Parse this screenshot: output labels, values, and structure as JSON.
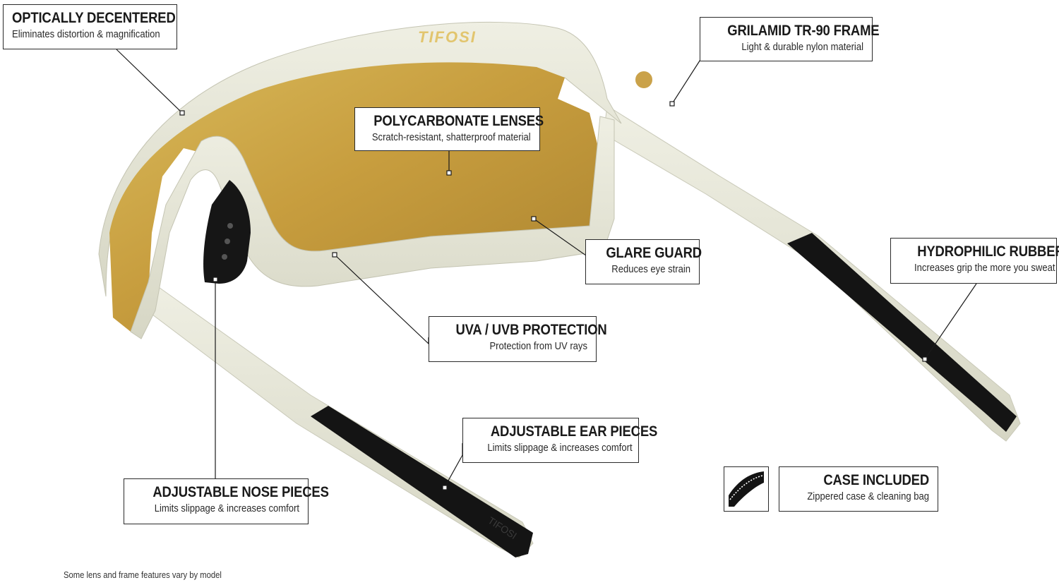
{
  "product": {
    "brand_mark": "TIFOSI",
    "temple_mark": "TIFOSI",
    "colors": {
      "frame": "#e7e7d8",
      "lens_gold": "#c9a44a",
      "rubber": "#141414",
      "outline": "#2a2a2a"
    }
  },
  "callouts": {
    "optically_decentered": {
      "title": "OPTICALLY DECENTERED",
      "sub": "Eliminates distortion & magnification"
    },
    "grilamid": {
      "title": "GRILAMID TR-90 FRAME",
      "sub": "Light & durable nylon material"
    },
    "polycarbonate": {
      "title": "POLYCARBONATE LENSES",
      "sub": "Scratch-resistant, shatterproof material"
    },
    "glare_guard": {
      "title": "GLARE GUARD",
      "sub": "Reduces eye strain"
    },
    "hydrophilic": {
      "title": "HYDROPHILIC RUBBER",
      "sub": "Increases grip the more you sweat"
    },
    "uva_uvb": {
      "title": "UVA / UVB PROTECTION",
      "sub": "Protection from UV rays"
    },
    "ear_pieces": {
      "title": "ADJUSTABLE EAR PIECES",
      "sub": "Limits slippage & increases comfort"
    },
    "nose_pieces": {
      "title": "ADJUSTABLE NOSE PIECES",
      "sub": "Limits slippage & increases comfort"
    },
    "case": {
      "title": "CASE INCLUDED",
      "sub": "Zippered case & cleaning bag",
      "icon": "zipper-case-icon"
    }
  },
  "footnote": "Some lens and frame features vary by model"
}
